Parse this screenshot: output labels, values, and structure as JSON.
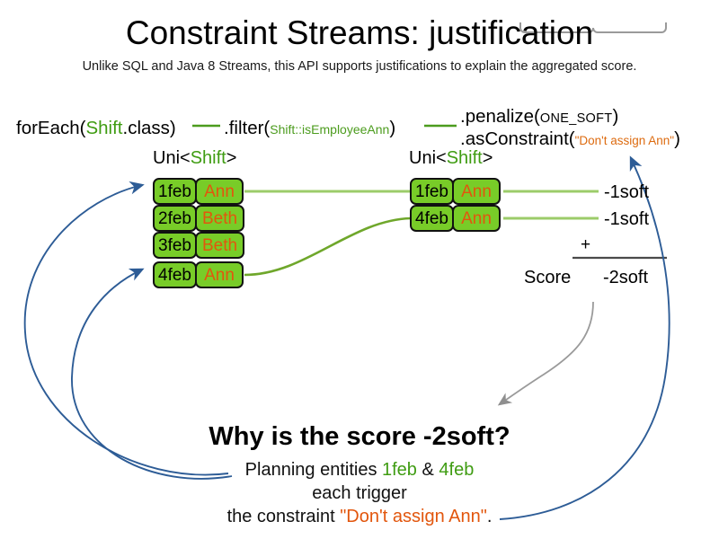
{
  "slide": {
    "title": "Constraint Streams: justification",
    "subtitle": "Unlike SQL and Java 8 Streams, this API supports justifications to explain the aggregated score."
  },
  "code": {
    "foreach": {
      "prefix": "forEach(",
      "type": "Shift",
      "suffix": ".class)"
    },
    "filter": {
      "prefix": ".filter(",
      "ref": "Shift::isEmployeeAnn",
      "suffix": ")"
    },
    "penalize": {
      "prefix": ".penalize(",
      "arg": "ONE_SOFT",
      "suffix": ")"
    },
    "as_constraint": {
      "prefix": ".asConstraint(",
      "arg": "\"Don't assign Ann\"",
      "suffix": ")"
    }
  },
  "streams": {
    "left": {
      "label_prefix": "Uni<",
      "label_type": "Shift",
      "label_suffix": ">",
      "rows": [
        {
          "date": "1feb",
          "name": "Ann"
        },
        {
          "date": "2feb",
          "name": "Beth"
        },
        {
          "date": "3feb",
          "name": "Beth"
        },
        {
          "date": "4feb",
          "name": "Ann"
        }
      ]
    },
    "right": {
      "label_prefix": "Uni<",
      "label_type": "Shift",
      "label_suffix": ">",
      "rows": [
        {
          "date": "1feb",
          "name": "Ann",
          "score": "-1soft"
        },
        {
          "date": "4feb",
          "name": "Ann",
          "score": "-1soft"
        }
      ]
    }
  },
  "score_panel": {
    "operator": "+",
    "label": "Score",
    "total": "-2soft"
  },
  "explanation": {
    "heading": "Why is the score -2soft?",
    "line1_pre": "Planning entities ",
    "line1_entity_a": "1feb",
    "line1_mid": " & ",
    "line1_entity_b": "4feb",
    "line2": "each trigger",
    "line3_pre": "the constraint ",
    "line3_constraint": "\"Don't assign Ann\"",
    "line3_post": "."
  },
  "colors": {
    "box_fill": "#78cc28",
    "box_border": "#111111",
    "type_green": "#3f9c12",
    "name_orange": "#e2560d",
    "constraint_orange": "#dd6b10",
    "connector_green": "#9ccc6a",
    "arrow_blue": "#2d5c96",
    "brace_grey": "#9a9a9a"
  }
}
